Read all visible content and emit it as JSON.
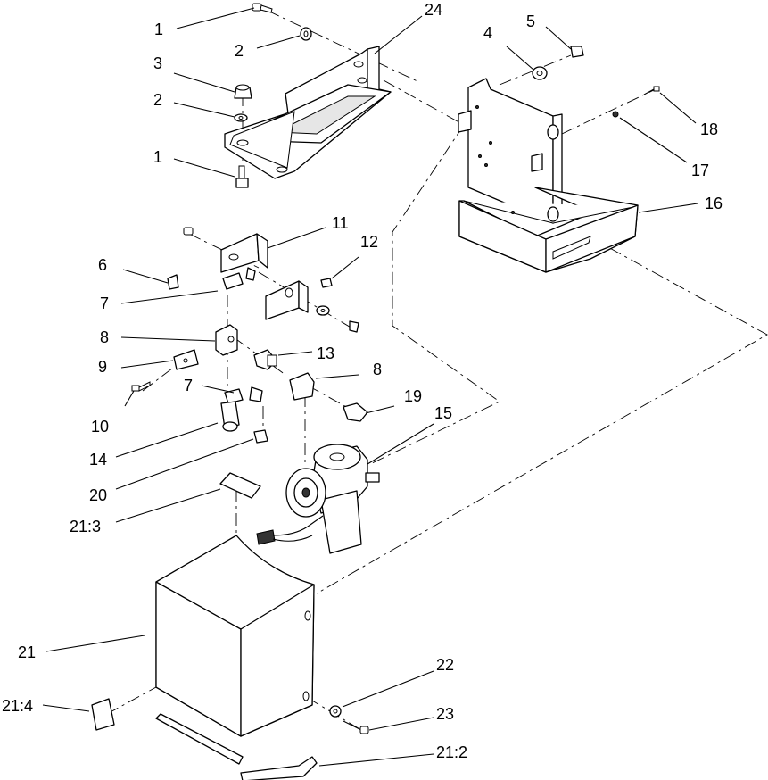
{
  "callouts": [
    {
      "id": "c1a",
      "text": "1"
    },
    {
      "id": "c2a",
      "text": "2"
    },
    {
      "id": "c3",
      "text": "3"
    },
    {
      "id": "c2b",
      "text": "2"
    },
    {
      "id": "c1b",
      "text": "1"
    },
    {
      "id": "c24",
      "text": "24"
    },
    {
      "id": "c4",
      "text": "4"
    },
    {
      "id": "c5",
      "text": "5"
    },
    {
      "id": "c18",
      "text": "18"
    },
    {
      "id": "c17",
      "text": "17"
    },
    {
      "id": "c16",
      "text": "16"
    },
    {
      "id": "c11",
      "text": "11"
    },
    {
      "id": "c12",
      "text": "12"
    },
    {
      "id": "c6",
      "text": "6"
    },
    {
      "id": "c7a",
      "text": "7"
    },
    {
      "id": "c8a",
      "text": "8"
    },
    {
      "id": "c9",
      "text": "9"
    },
    {
      "id": "c13",
      "text": "13"
    },
    {
      "id": "c8b",
      "text": "8"
    },
    {
      "id": "c10",
      "text": "10"
    },
    {
      "id": "c7b",
      "text": "7"
    },
    {
      "id": "c19",
      "text": "19"
    },
    {
      "id": "c15",
      "text": "15"
    },
    {
      "id": "c14",
      "text": "14"
    },
    {
      "id": "c20",
      "text": "20"
    },
    {
      "id": "c21_3",
      "text": "21:3"
    },
    {
      "id": "c21",
      "text": "21"
    },
    {
      "id": "c22",
      "text": "22"
    },
    {
      "id": "c21_4",
      "text": "21:4"
    },
    {
      "id": "c23",
      "text": "23"
    },
    {
      "id": "c21_2",
      "text": "21:2"
    }
  ]
}
